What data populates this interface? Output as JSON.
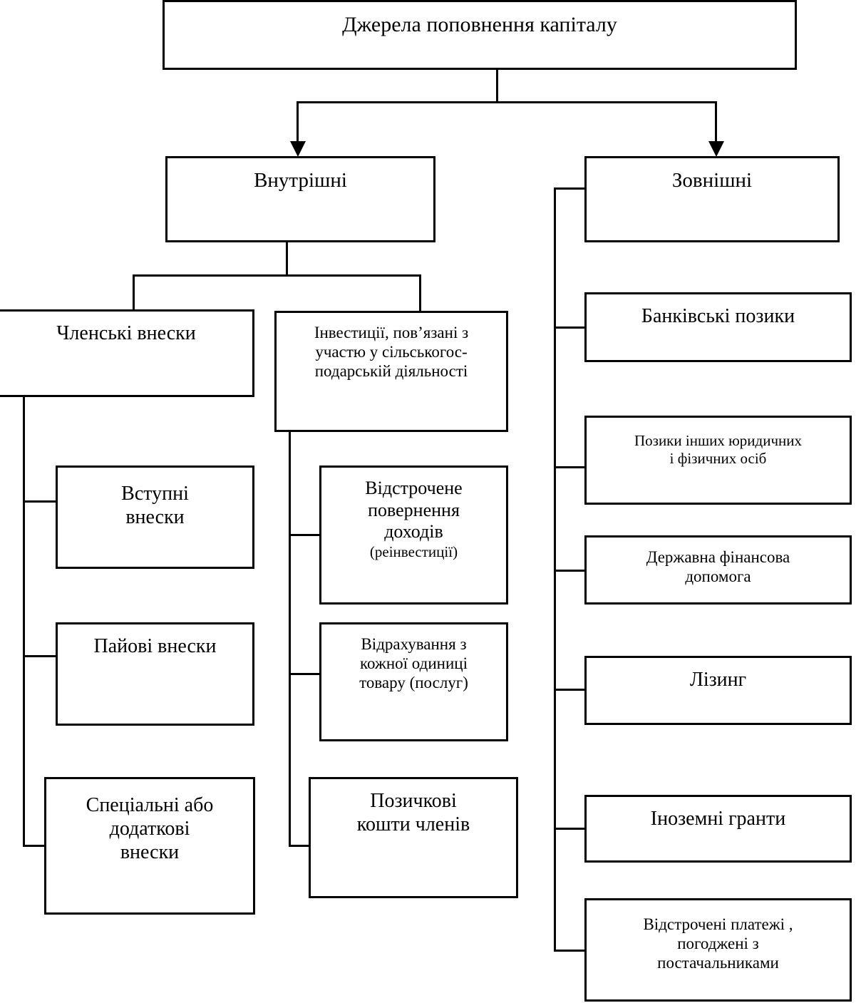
{
  "diagram": {
    "title_node": {
      "label": "Джерела поповнення капіталу"
    },
    "level2": [
      {
        "id": "internal",
        "label": "Внутрішні"
      },
      {
        "id": "external",
        "label": "Зовнішні"
      }
    ],
    "internal_children": [
      {
        "id": "member-fees",
        "label": "Членські внески"
      },
      {
        "id": "agri-investments",
        "label": "Інвестиції, пов’язані з\nучастю у сільськогос-\nподарській  діяльності"
      }
    ],
    "member_fee_items": [
      {
        "id": "entry-fees",
        "label": "Вступні\nвнески"
      },
      {
        "id": "share-fees",
        "label": "Пайові внески"
      },
      {
        "id": "special-fees",
        "label": "Спеціальні або\nдодаткові\nвнески"
      }
    ],
    "investment_items": [
      {
        "id": "deferred-income-return",
        "label": "Відстрочене\nповернення\nдоходів",
        "sub": "(реінвестиції)"
      },
      {
        "id": "per-unit-deductions",
        "label": "Відрахування з\nкожної одиниці\nтовару (послуг)"
      },
      {
        "id": "member-loan-funds",
        "label": "Позичкові\nкошти членів"
      }
    ],
    "external_items": [
      {
        "id": "bank-loans",
        "label": "Банківські позики"
      },
      {
        "id": "other-entity-loans",
        "label": "Позики  інших юридичних\nі фізичних осіб"
      },
      {
        "id": "state-financial-aid",
        "label": "Державна фінансова\nдопомога"
      },
      {
        "id": "leasing",
        "label": "Лізинг"
      },
      {
        "id": "foreign-grants",
        "label": "Іноземні гранти"
      },
      {
        "id": "deferred-supplier-payments",
        "label": "Відстрочені платежі ,\nпогоджені з\nпостачальниками"
      }
    ],
    "colors": {
      "stroke": "#000000",
      "background": "#ffffff",
      "text": "#000000"
    }
  }
}
